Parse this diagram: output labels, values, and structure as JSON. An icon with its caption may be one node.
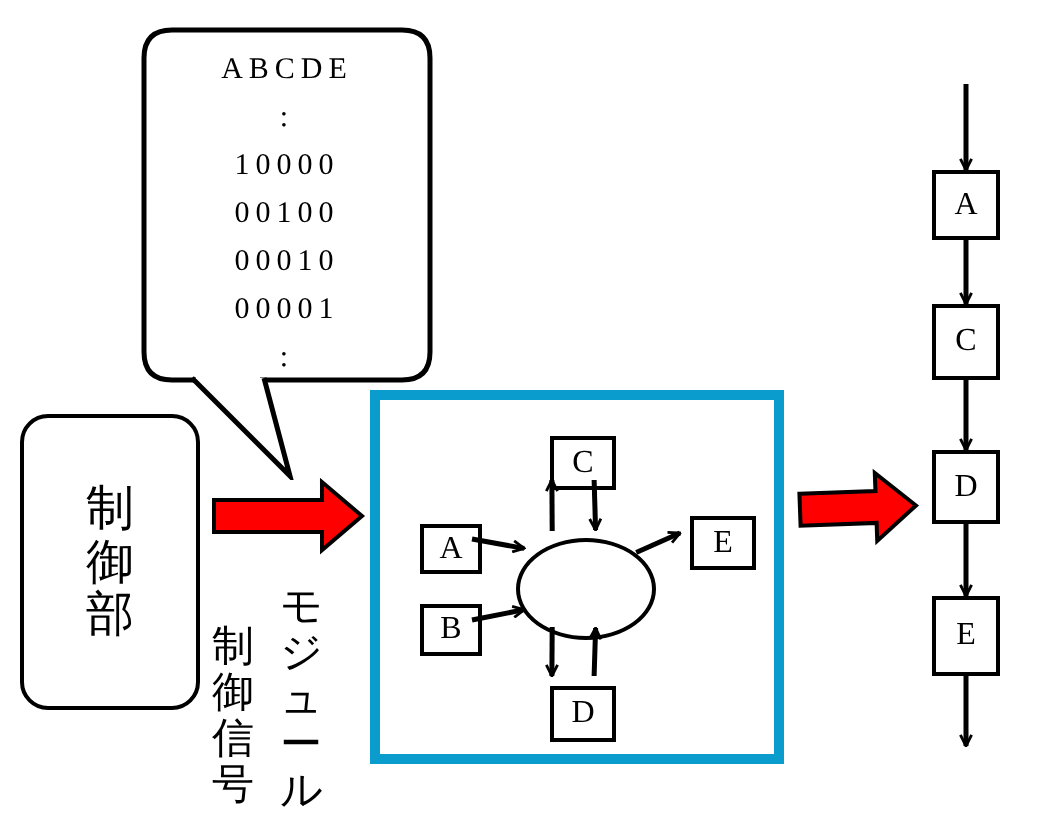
{
  "diagram": {
    "nodes": [
      {
        "text": [
          "制御部"
        ]
      },
      {
        "text": [
          "ABCDE",
          ":",
          "10000",
          "00100",
          "00010",
          "00001",
          ":"
        ]
      },
      {
        "text": [],
        "shape": "box"
      },
      {
        "text": [
          "A"
        ],
        "in": 2
      },
      {
        "text": [
          "B"
        ],
        "in": 2
      },
      {
        "text": [
          "C"
        ],
        "in": 2
      },
      {
        "text": [],
        "shape": "ellipse",
        "in": 2
      },
      {
        "text": [
          "E"
        ],
        "in": 2
      },
      {
        "text": [
          "D"
        ],
        "in": 2
      },
      {
        "text": [
          "A"
        ]
      },
      {
        "text": [
          "C"
        ]
      },
      {
        "text": [
          "D"
        ]
      },
      {
        "text": [
          "E"
        ]
      }
    ],
    "edges": [
      {
        "from": 0,
        "to": 2,
        "arrow": "to",
        "style": "thick",
        "color": "#ff0000"
      },
      {
        "from": 3,
        "to": 6,
        "arrow": "to"
      },
      {
        "from": 4,
        "to": 6,
        "arrow": "to"
      },
      {
        "from": 6,
        "to": 5,
        "arrow": "to"
      },
      {
        "from": 5,
        "to": 6,
        "arrow": "to"
      },
      {
        "from": 6,
        "to": 7,
        "arrow": "to"
      },
      {
        "from": 6,
        "to": 8,
        "arrow": "to"
      },
      {
        "from": 8,
        "to": 6,
        "arrow": "to"
      },
      {
        "from": 2,
        "to": 11,
        "arrow": "to",
        "style": "thick",
        "color": "#ff0000"
      },
      {
        "from": null,
        "to": 9,
        "arrow": "to"
      },
      {
        "from": 9,
        "to": 10,
        "arrow": "to"
      },
      {
        "from": 10,
        "to": 11,
        "arrow": "to"
      },
      {
        "from": 11,
        "to": 12,
        "arrow": "to"
      },
      {
        "from": 12,
        "to": null,
        "arrow": "to"
      }
    ],
    "labels": [
      "モジュール",
      "制御信号"
    ]
  }
}
